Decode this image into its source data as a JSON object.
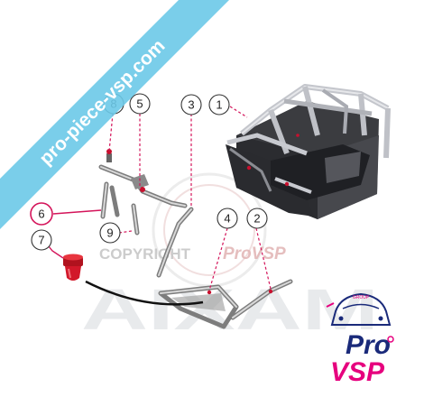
{
  "watermark": {
    "banner_text": "pro-piece-vsp.com",
    "banner_color": "#6cc9e8",
    "copyright_text": "COPYRIGHT",
    "copyright_brand": "ProVSP",
    "brand_wide": "AIXAM"
  },
  "logo": {
    "group_text": "GROUP",
    "line1": "Pro",
    "line2": "VSP",
    "accent_color": "#e6007e",
    "primary_color": "#1a2a7a",
    "icon": "car-front-icon"
  },
  "callouts": [
    {
      "number": "1",
      "highlight": false
    },
    {
      "number": "2",
      "highlight": false
    },
    {
      "number": "3",
      "highlight": false
    },
    {
      "number": "4",
      "highlight": false
    },
    {
      "number": "5",
      "highlight": false
    },
    {
      "number": "6",
      "highlight": true
    },
    {
      "number": "7",
      "highlight": false
    },
    {
      "number": "8",
      "highlight": false
    },
    {
      "number": "9",
      "highlight": false
    }
  ],
  "colors": {
    "leader": "#d4145a",
    "part_detail": "#c8102e",
    "frame_dark": "#2e2f33",
    "frame_light": "#b9bbc2"
  }
}
